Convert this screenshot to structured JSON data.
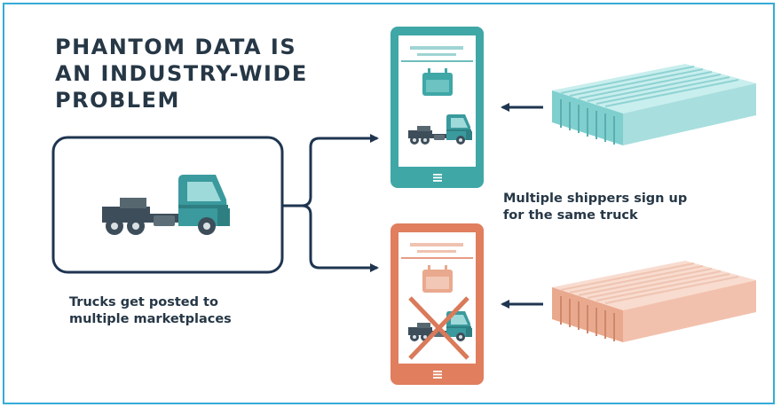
{
  "title": {
    "lines": [
      "PHANTOM DATA IS",
      "AN INDUSTRY-WIDE",
      "PROBLEM"
    ]
  },
  "captions": {
    "left": [
      "Trucks get posted to",
      "multiple marketplaces"
    ],
    "right": [
      "Multiple shippers sign up",
      "for the same truck"
    ]
  },
  "colors": {
    "border": "#35acd6",
    "navy": "#1f3550",
    "text": "#263746",
    "teal": "#3fa7a6",
    "teal_light": "#a8dede",
    "coral": "#e07e5e",
    "coral_light": "#f2c1ad",
    "truck_dark": "#3d4d5a",
    "truck_teal": "#3a9a9d"
  },
  "icons": [
    "truck-icon",
    "calendar-icon",
    "shipping-containers-icon",
    "arrow-left-icon",
    "cross-icon",
    "menu-icon"
  ]
}
